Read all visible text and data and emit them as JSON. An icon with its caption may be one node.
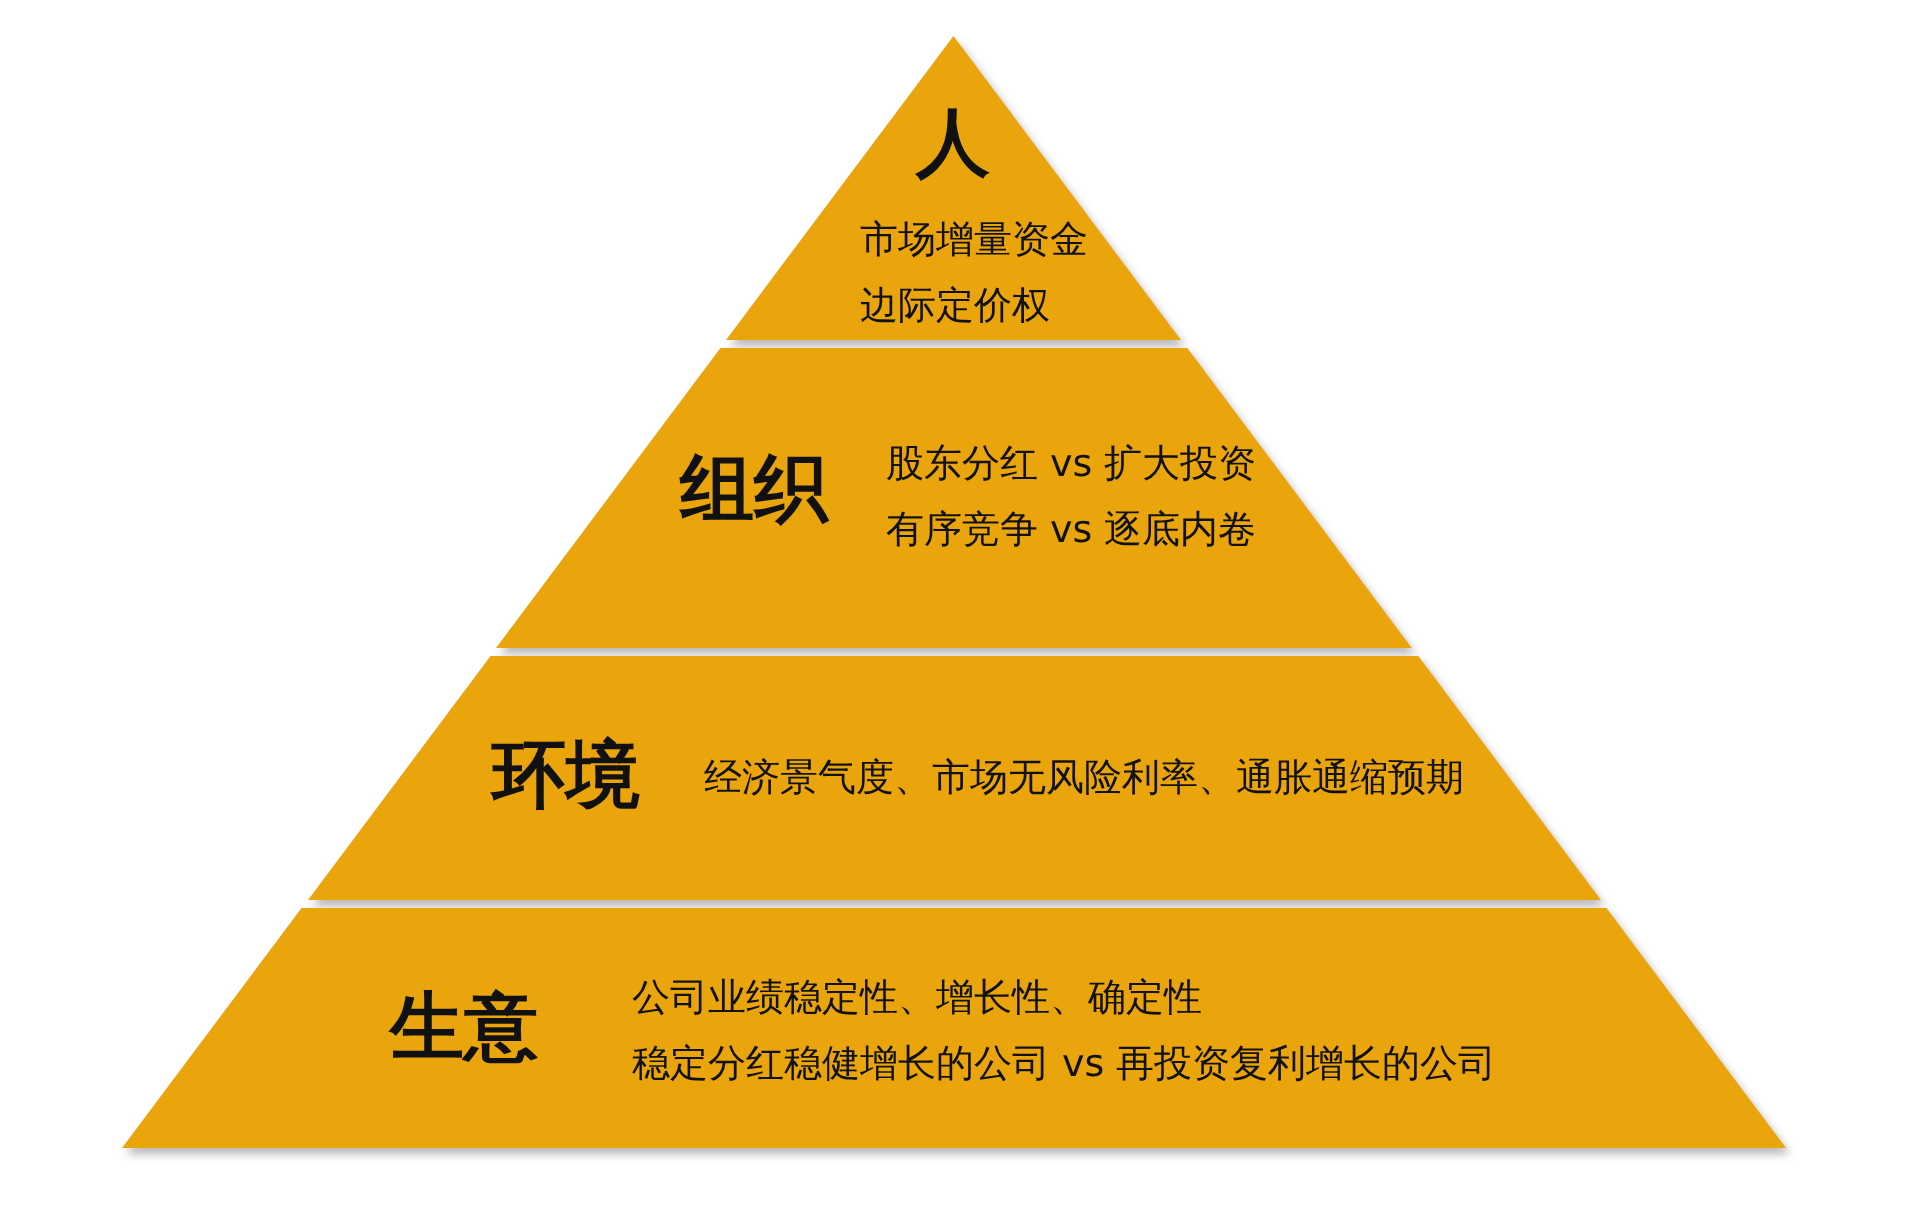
{
  "diagram": {
    "nodes": [
      {
        "text": [
          "人",
          "市场增量资金",
          "边际定价权"
        ]
      },
      {
        "text": [
          "组织",
          "股东分红 vs 扩大投资",
          "有序竞争 vs 逐底内卷"
        ]
      },
      {
        "text": [
          "环境",
          "经济景气度、市场无风险利率、通胀通缩预期"
        ]
      },
      {
        "text": [
          "生意",
          "公司业绩稳定性、增长性、确定性",
          "稳定分红稳健增长的公司 vs 再投资复利增长的公司"
        ]
      }
    ]
  }
}
